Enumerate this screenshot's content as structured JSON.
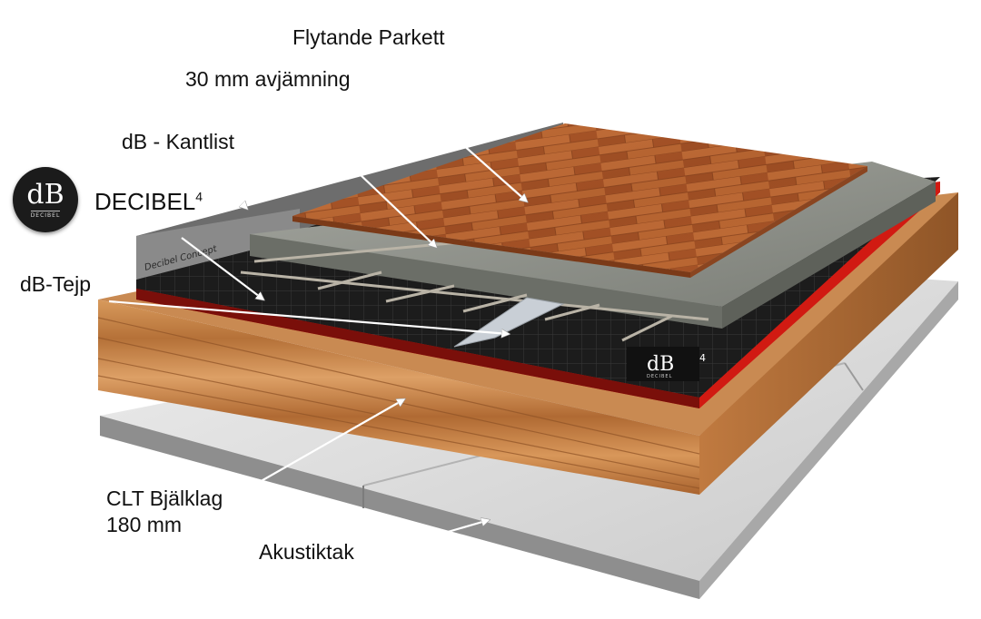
{
  "labels": {
    "parkett": "Flytande Parkett",
    "avjamning": "30 mm avjämning",
    "kantlist": "dB - Kantlist",
    "decibel": "DECIBEL",
    "decibel_sup": "4",
    "tejp": "dB-Tejp",
    "clt_line1": "CLT Bjälklag",
    "clt_line2": "180 mm",
    "akustiktak": "Akustiktak"
  },
  "logo": {
    "text": "dB",
    "subtext": "DECIBEL"
  },
  "edge_strip_text": "Decibel Concept",
  "corner_badge": {
    "text": "dB",
    "sup": "4",
    "subtext": "DECIBEL"
  },
  "colors": {
    "parquet": "#b5612f",
    "screed": "#8e918a",
    "membrane": "#1f1f1f",
    "red_edge": "#d11a12",
    "clt": "#c98a52",
    "ceiling": "#d9dadb"
  }
}
